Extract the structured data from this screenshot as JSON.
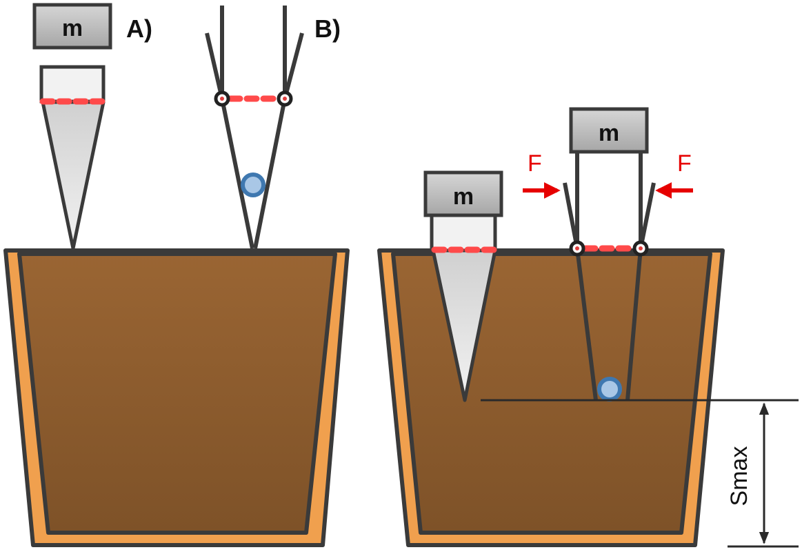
{
  "labels": {
    "panel_a": "A)",
    "panel_b": "B)",
    "mass": "m",
    "force": "F",
    "depth": "Smax"
  },
  "colors": {
    "soil": "#8a5a2b",
    "soil_light": "#9a6533",
    "pot_rim": "#f0a04e",
    "outline": "#3a3a3a",
    "mass_fill": "#bdbdbd",
    "cone_fill": "#e2e2e2",
    "dash_red": "#ff4a4a",
    "force_red": "#e60000",
    "ball_blue": "#3f78b0",
    "ball_light": "#a9c7e6"
  }
}
